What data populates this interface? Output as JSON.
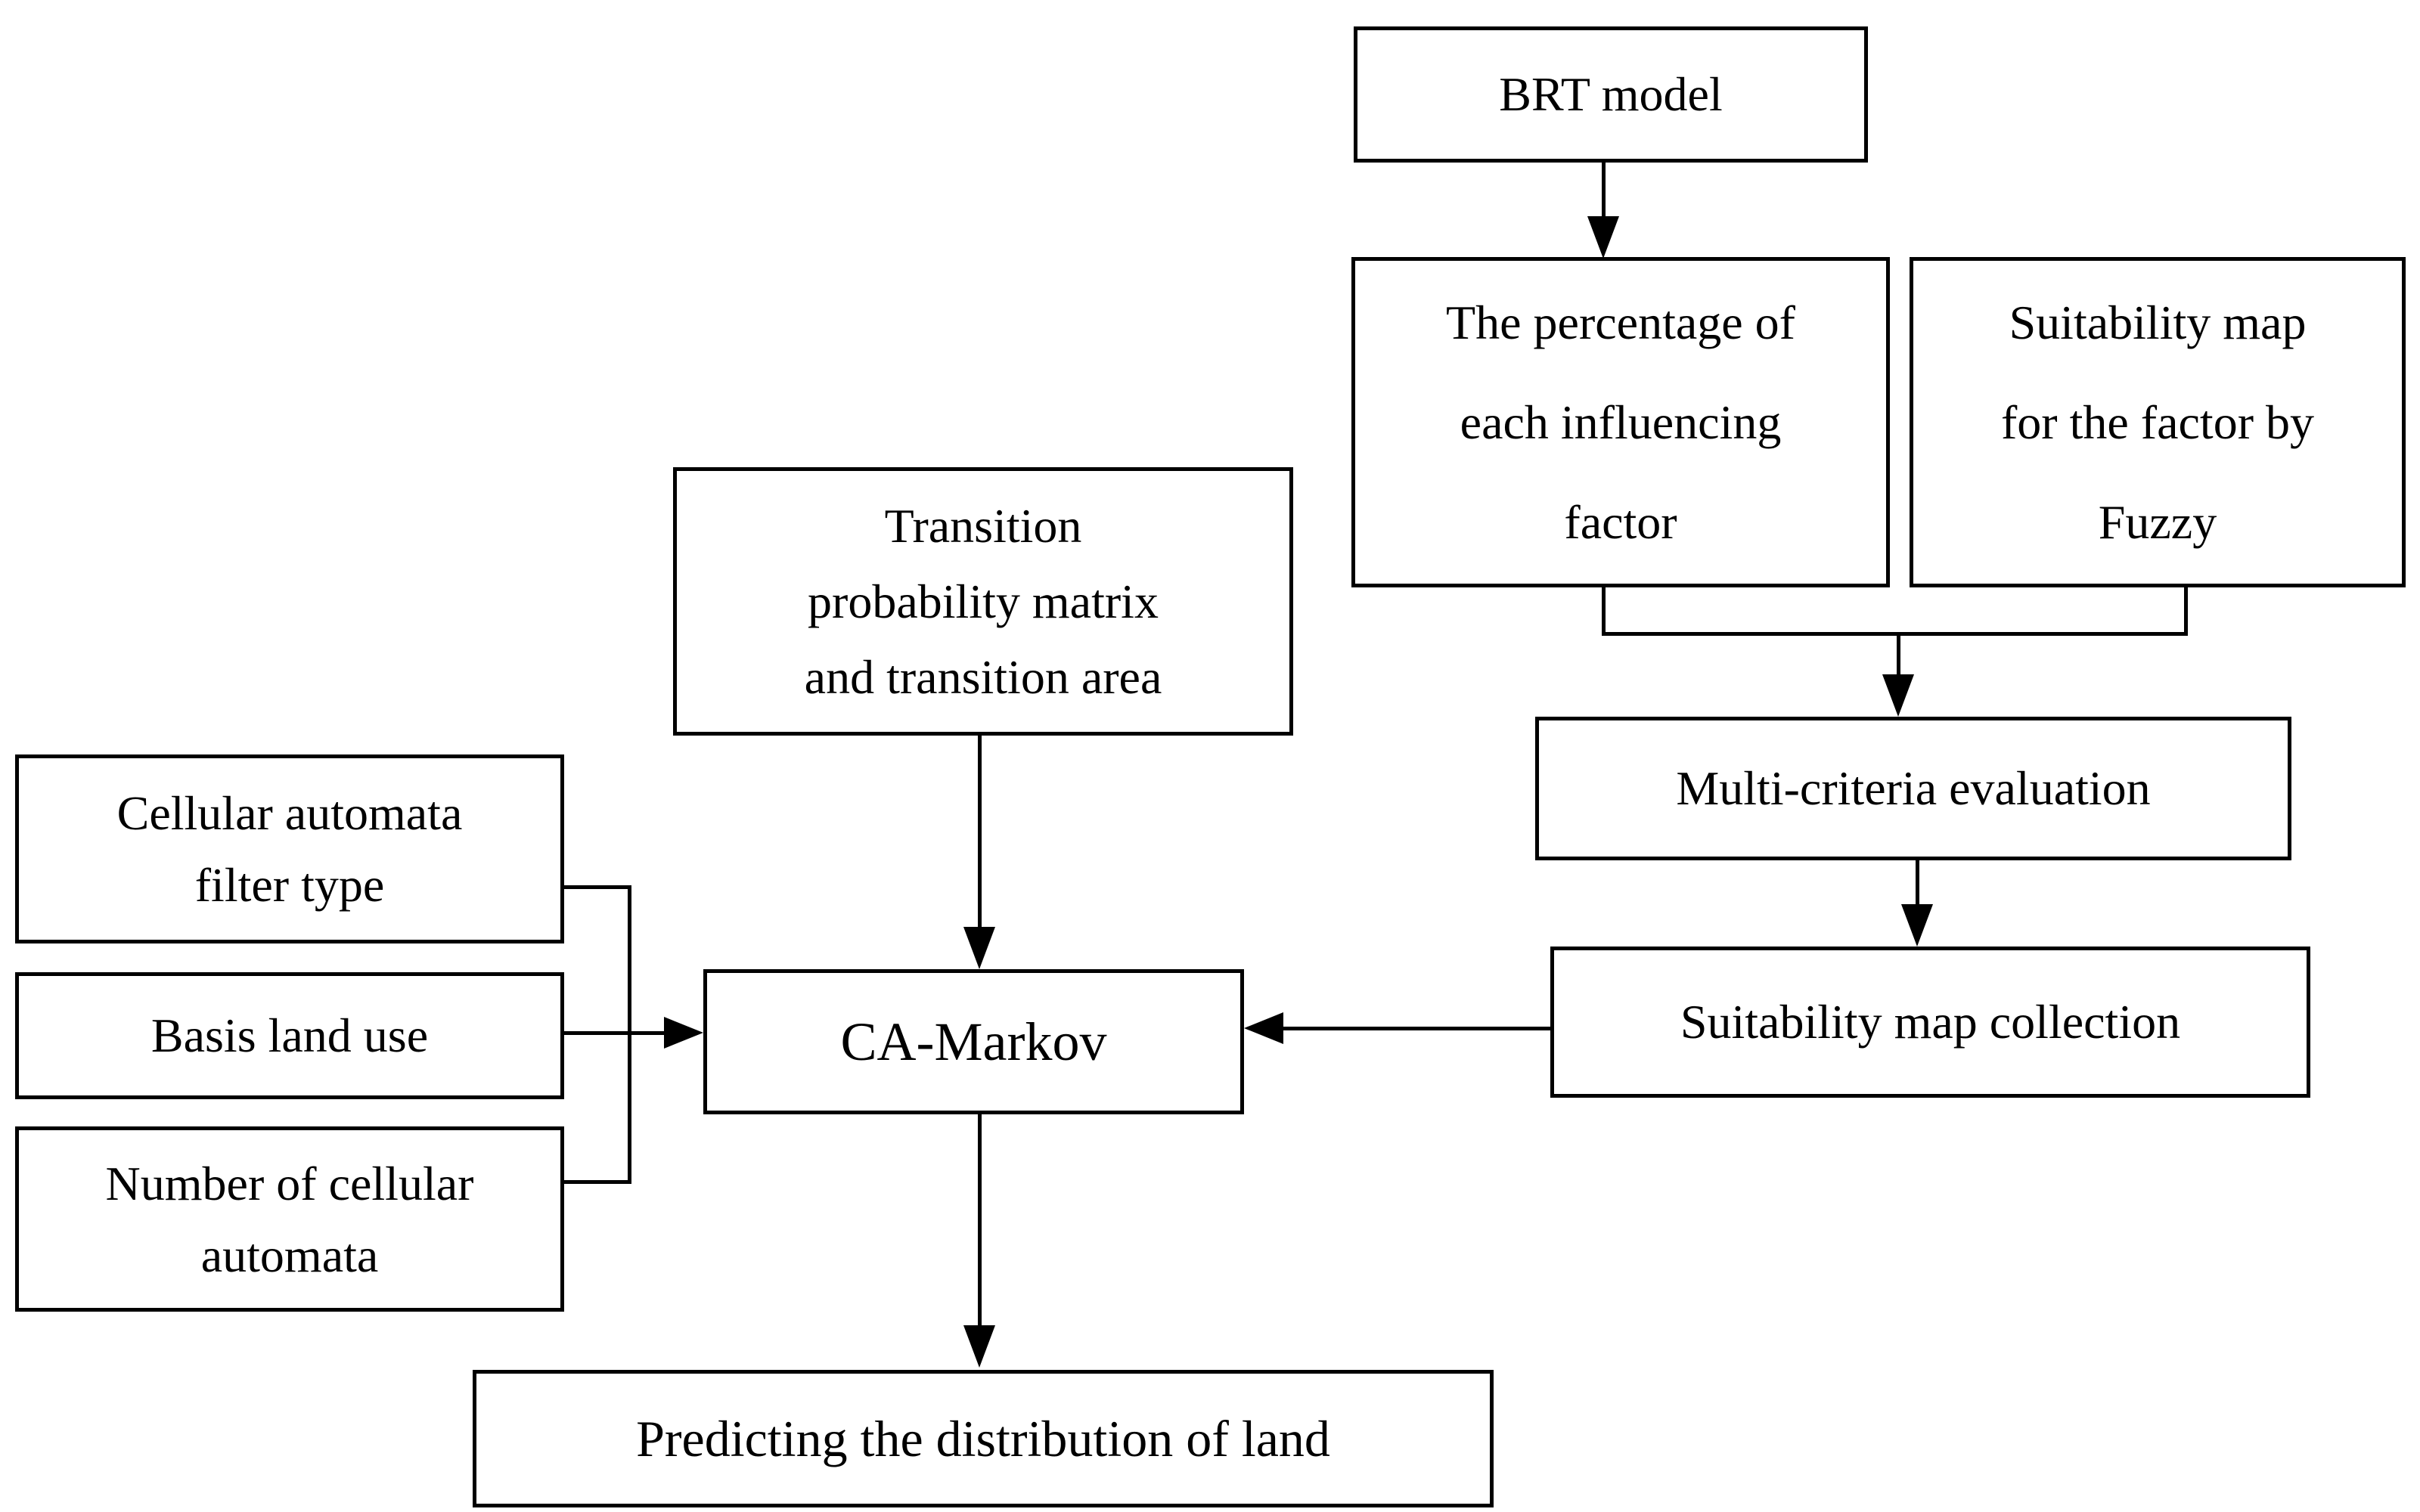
{
  "figure": {
    "type": "flowchart",
    "background_color": "#ffffff",
    "line_color": "#000000",
    "boxes": {
      "brt_model": {
        "label": "BRT model"
      },
      "percentage_factor": {
        "lines": [
          "The percentage of",
          "each influencing",
          "factor"
        ]
      },
      "suitability_fuzzy": {
        "lines": [
          "Suitability map",
          "for the factor by",
          "Fuzzy"
        ]
      },
      "multi_criteria": {
        "label": "Multi-criteria evaluation"
      },
      "suitability_collection": {
        "label": "Suitability map collection"
      },
      "transition_matrix": {
        "lines": [
          "Transition",
          "probability matrix",
          "and transition area"
        ]
      },
      "ca_markov": {
        "label": "CA-Markov"
      },
      "cellular_filter": {
        "lines": [
          "Cellular automata",
          "filter type"
        ]
      },
      "basis_land_use": {
        "label": "Basis land use"
      },
      "number_cellular": {
        "lines": [
          "Number of cellular",
          "automata"
        ]
      },
      "predicting": {
        "label": "Predicting the distribution of land"
      }
    },
    "connections": [
      "BRT model -> The percentage of each influencing factor",
      "The percentage of each influencing factor + Suitability map for the factor by Fuzzy -> Multi-criteria evaluation",
      "Multi-criteria evaluation -> Suitability map collection",
      "Suitability map collection -> CA-Markov",
      "Transition probability matrix and transition area -> CA-Markov",
      "Cellular automata filter type + Basis land use + Number of cellular automata -> CA-Markov",
      "CA-Markov -> Predicting the distribution of land"
    ]
  }
}
